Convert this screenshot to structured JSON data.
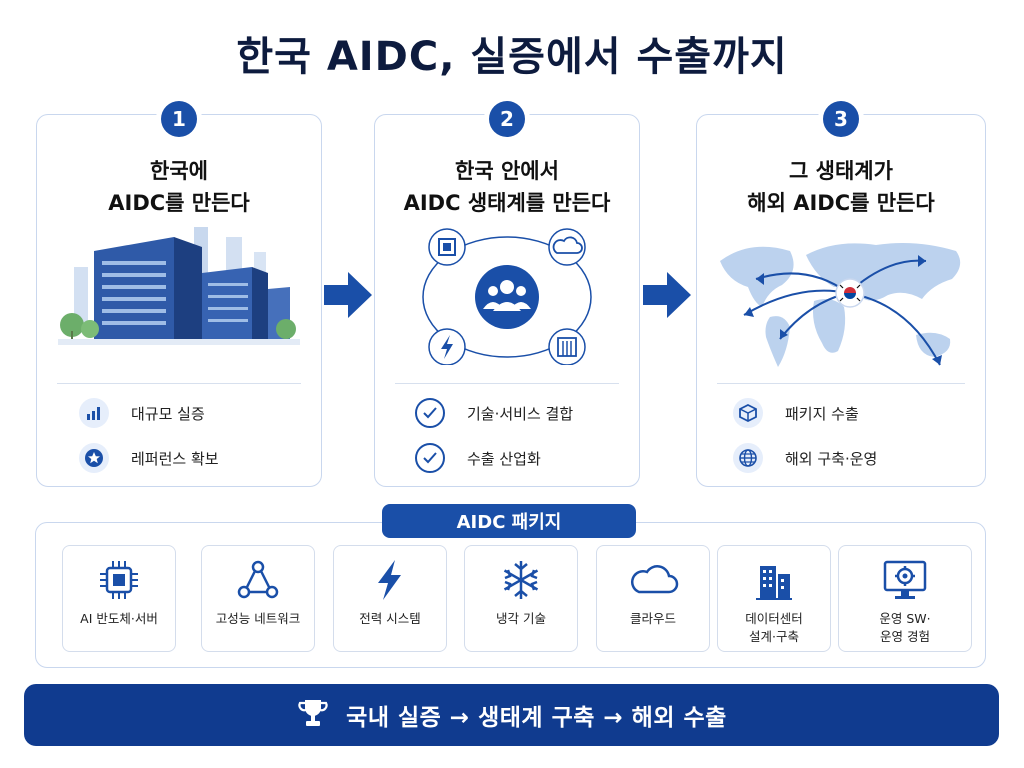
{
  "title": "한국 AIDC, 실증에서 수출까지",
  "steps": [
    {
      "number": "1",
      "heading_line1": "한국에",
      "heading_line2": "AIDC를 만든다",
      "features": [
        {
          "label": "대규모 실증",
          "icon": "bar-chart-icon"
        },
        {
          "label": "레퍼런스 확보",
          "icon": "star-badge-icon"
        }
      ]
    },
    {
      "number": "2",
      "heading_line1": "한국 안에서",
      "heading_line2": "AIDC 생태계를 만든다",
      "features": [
        {
          "label": "기술·서비스 결합",
          "icon": "check-circle-icon"
        },
        {
          "label": "수출 산업화",
          "icon": "check-circle-icon"
        }
      ]
    },
    {
      "number": "3",
      "heading_line1": "그 생태계가",
      "heading_line2": "해외 AIDC를 만든다",
      "features": [
        {
          "label": "패키지 수출",
          "icon": "box-icon"
        },
        {
          "label": "해외 구축·운영",
          "icon": "globe-icon"
        }
      ]
    }
  ],
  "package": {
    "label": "AIDC 패키지",
    "items": [
      {
        "line1": "AI 반도체·서버",
        "line2": "",
        "icon": "chip-icon"
      },
      {
        "line1": "고성능 네트워크",
        "line2": "",
        "icon": "network-icon"
      },
      {
        "line1": "전력 시스템",
        "line2": "",
        "icon": "lightning-icon"
      },
      {
        "line1": "냉각 기술",
        "line2": "",
        "icon": "snowflake-icon"
      },
      {
        "line1": "클라우드",
        "line2": "",
        "icon": "cloud-icon"
      },
      {
        "line1": "데이터센터",
        "line2": "설계·구축",
        "icon": "building-icon"
      },
      {
        "line1": "운영 SW·",
        "line2": "운영 경험",
        "icon": "monitor-gear-icon"
      }
    ]
  },
  "footer": {
    "text": "국내 실증 → 생태계 구축 → 해외 수출",
    "icon": "trophy-icon"
  },
  "colors": {
    "primary": "#1a4fa8",
    "dark_navy": "#103b8f",
    "light_blue": "#e6eefb",
    "border": "#c9d7ee"
  }
}
